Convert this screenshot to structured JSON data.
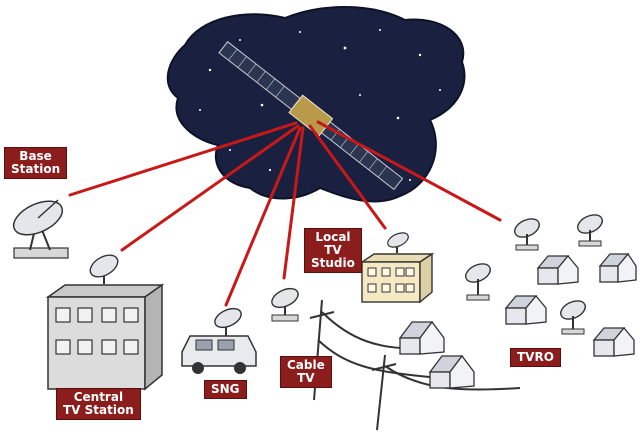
{
  "labels": {
    "base_station": "Base\nStation",
    "central_tv_station": "Central\nTV Station",
    "sng": "SNG",
    "cable_tv": "Cable\nTV",
    "local_tv_studio": "Local\nTV\nStudio",
    "tvro": "TVRO"
  },
  "colors": {
    "sky": "#1a2140",
    "link_line": "#c81818",
    "label_bg": "#8c1d1d",
    "building": "#dcdcdc",
    "studio_building": "#f5e9c4",
    "house": "#e6e8ee"
  }
}
